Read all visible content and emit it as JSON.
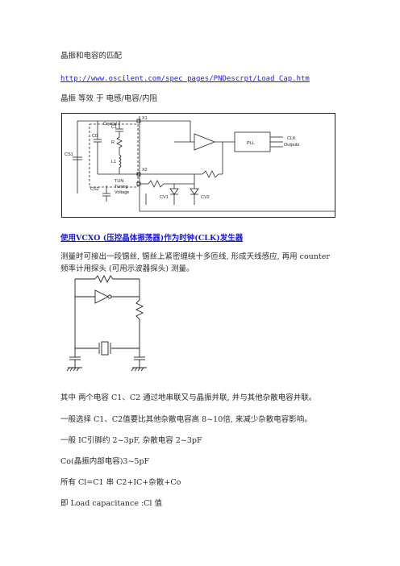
{
  "title": "晶振和电容的匹配",
  "link": "http://www.oscilent.com/spec_pages/PNDescrpt/Load_Cap.htm",
  "equivalence": "晶振 等效 于 电感/电容/内阻",
  "fig1": {
    "crystal": "Crystal",
    "x1": "X1",
    "x2": "X2",
    "c0": "C0",
    "c1": "C1",
    "r": "R",
    "l1": "L1",
    "cs1": "CS1",
    "cs2": "CS2",
    "tun": "TUN",
    "tuning": "Tuning",
    "voltage": "Voltage",
    "cv1": "CV1",
    "cv2": "CV2",
    "pll": "PLL",
    "clk": "CLK",
    "outputs": "Outputs"
  },
  "heading": "使用VCXO (压控晶体振荡器)作为时钟(CLK)发生器",
  "para1_line1": "测量时可接出一段锡丝, 锡丝上紧密缠绕十多匝线, 形成天线感应, 再用 counter",
  "para1_line2": "频率计用探头 (可用示波器探头) 测量。",
  "para2": "其中 两个电容 C1、C2 通过地串联又与晶振并联, 并与其他杂散电容并联。",
  "para3": "一般选择 C1、C2值要比其他杂散电容高 8~10倍, 来减少杂散电容影响。",
  "para4": "一般 IC引脚约 2~3pF, 杂散电容 2~3pF",
  "para5": "Co(晶振内部电容)3~5pF",
  "para6": "所有 Cl=C1 串 C2+IC+杂散+Co",
  "para7": "即 Load capacitance :Cl 值"
}
